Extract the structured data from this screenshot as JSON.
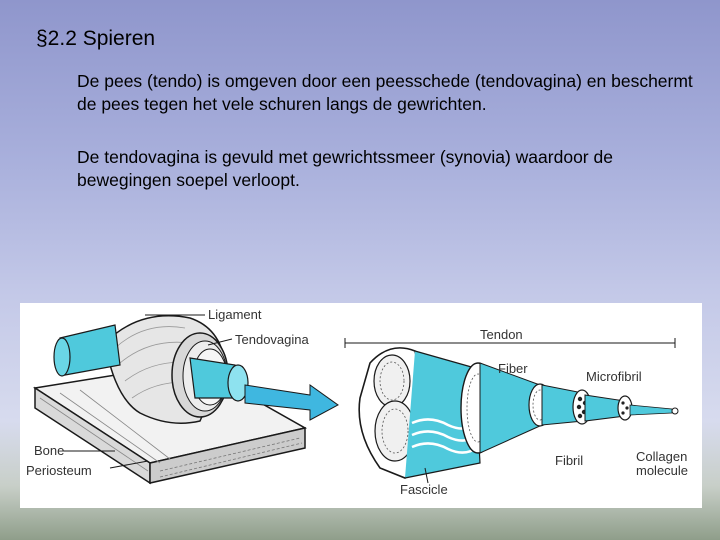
{
  "slide": {
    "title": "§2.2 Spieren",
    "paragraphs": [
      "De pees (tendo) is omgeven door een peesschede (tendovagina) en beschermt de pees tegen het vele schuren langs de gewrichten.",
      "De tendovagina is gevuld met gewrichtssmeer (synovia) waardoor de bewegingen soepel verloopt."
    ]
  },
  "figure": {
    "labels": {
      "ligament": "Ligament",
      "tendovagina": "Tendovagina",
      "tendon": "Tendon",
      "fiber": "Fiber",
      "microfibril": "Microfibril",
      "bone": "Bone",
      "periosteum": "Periosteum",
      "fibril": "Fibril",
      "collagen_line1": "Collagen",
      "collagen_line2": "molecule",
      "fascicle": "Fascicle"
    },
    "colors": {
      "tendon_cyan": "#4fc9dc",
      "arrow_cyan": "#3fb7e0",
      "outline": "#1a1a1a"
    }
  }
}
